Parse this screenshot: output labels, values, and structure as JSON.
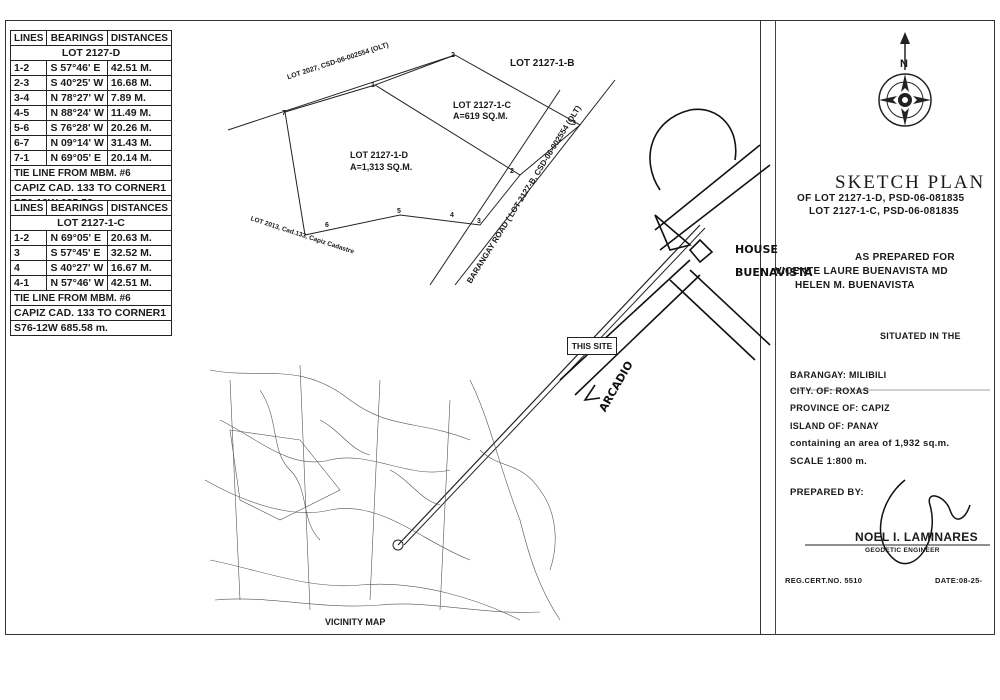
{
  "table_d": {
    "headers": [
      "LINES",
      "BEARINGS",
      "DISTANCES"
    ],
    "title": "LOT 2127-D",
    "rows": [
      [
        "1-2",
        "S 57°46' E",
        "42.51 M."
      ],
      [
        "2-3",
        "S 40°25' W",
        "16.68 M."
      ],
      [
        "3-4",
        "N 78°27' W",
        "7.89 M."
      ],
      [
        "4-5",
        "N 88°24' W",
        "11.49 M."
      ],
      [
        "5-6",
        "S 76°28' W",
        "20.26 M."
      ],
      [
        "6-7",
        "N 09°14' W",
        "31.43 M."
      ],
      [
        "7-1",
        "N 69°05' E",
        "20.14 M."
      ]
    ],
    "tie_line_1": "TIE LINE FROM MBM. #6",
    "tie_line_2": "CAPIZ CAD. 133 TO CORNER1",
    "tie_line_3": "S76-12W    685.58 m."
  },
  "table_c": {
    "headers": [
      "LINES",
      "BEARINGS",
      "DISTANCES"
    ],
    "title": "LOT 2127-1-C",
    "rows": [
      [
        "1-2",
        "N 69°05' E",
        "20.63 M."
      ],
      [
        "3",
        "S 57°45' E",
        "32.52 M."
      ],
      [
        "4",
        "S 40°27' W",
        "16.67 M."
      ],
      [
        "4-1",
        "N 57°46' W",
        "42.51 M."
      ]
    ],
    "tie_line_1": "TIE LINE FROM MBM. #6",
    "tie_line_2": "CAPIZ CAD. 133 TO CORNER1",
    "tie_line_3": "S76-12W    685.58 m."
  },
  "plan": {
    "lot_2027": "LOT 2027, CSD-06-002554 (OLT)",
    "lot_2127_1b": "LOT 2127-1-B",
    "lot_2127_1c": "LOT 2127-1-C",
    "lot_2127_1c_area": "A=619 SQ.M.",
    "lot_2127_1d": "LOT 2127-1-D",
    "lot_2127_1d_area": "A=1,313 SQ.M.",
    "barangay_road": "BARANGAY ROAD ( LOT 2127-B, CSD-06-002554 (OLT)",
    "lot_2013": "LOT 2013, Cad.133, Capiz Cadastre",
    "this_site": "THIS SITE",
    "vicinity_map": "VICINITY MAP",
    "corner_numbers": [
      "1",
      "2",
      "3",
      "4",
      "5",
      "6",
      "7"
    ]
  },
  "handwriting": {
    "h1": "HOUSE",
    "h2": "BUENAVISTA",
    "h3": "ARCADIO"
  },
  "title_block": {
    "north": "N",
    "title": "SKETCH PLAN",
    "of_lot_1": "OF LOT 2127-1-D, PSD-06-081835",
    "of_lot_2": "LOT 2127-1-C, PSD-06-081835",
    "prepared_for_label": "AS PREPARED FOR",
    "owner_1": "VICENTE LAURE BUENAVISTA MD",
    "owner_2": "HELEN M. BUENAVISTA",
    "situated": "SITUATED IN THE",
    "barangay": "BARANGAY: MILIBILI",
    "city": "CITY. OF: ROXAS",
    "province": "PROVINCE OF: CAPIZ",
    "island": "ISLAND OF: PANAY",
    "area": "containing an area of 1,932 sq.m.",
    "scale": "SCALE  1:800 m.",
    "prepared_by": "PREPARED BY:",
    "engineer_name": "NOEL I. LAMINARES",
    "engineer_title": "GEODETIC ENGINEER",
    "reg_cert": "REG.CERT.NO. 5510",
    "date": "DATE:08-25-"
  }
}
